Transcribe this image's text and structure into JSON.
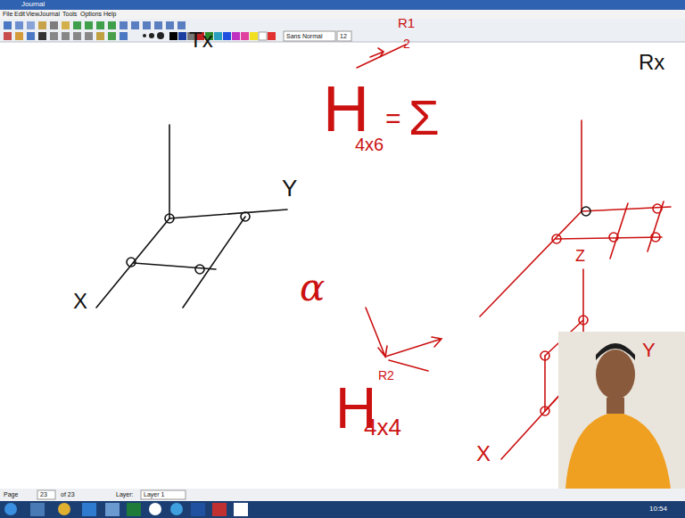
{
  "diagram": {
    "labels": [
      "Journal",
      "File",
      "Edit",
      "View",
      "Journal",
      "Tools",
      "Options",
      "Help",
      "Sans Normal",
      "12",
      "Tx",
      "Y",
      "X",
      "Rx",
      "R1",
      "2",
      "H",
      "4x6",
      "=",
      "Σ",
      "α",
      "R2",
      "H",
      "4x4",
      "Z",
      "X",
      "Y",
      "Page",
      "23",
      "of 23",
      "Layer:",
      "Layer 1",
      "10:54"
    ]
  }
}
